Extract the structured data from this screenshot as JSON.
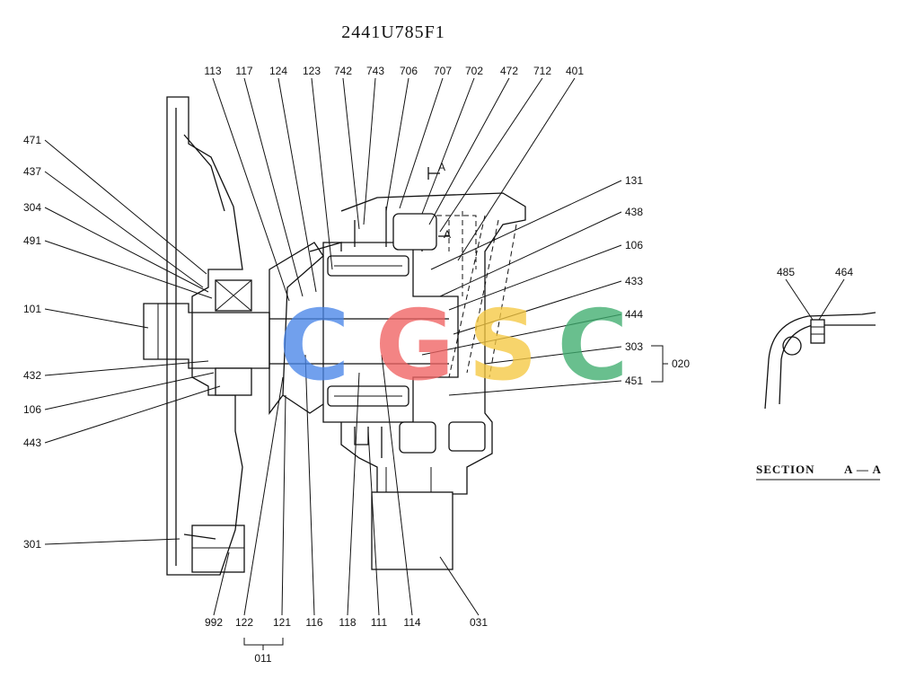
{
  "title": "2441U785F1",
  "section_label": "SECTION",
  "section_id": "A — A",
  "section_marks": [
    "A",
    "A"
  ],
  "watermark": {
    "letters": [
      {
        "char": "C",
        "color": "#4a86e8"
      },
      {
        "char": "G",
        "color": "#f06262"
      },
      {
        "char": "S",
        "color": "#f5c842"
      },
      {
        "char": "C",
        "color": "#3fae6f"
      }
    ]
  },
  "labels": {
    "top": [
      "113",
      "117",
      "124",
      "123",
      "742",
      "743",
      "706",
      "707",
      "702",
      "472",
      "712",
      "401"
    ],
    "left": [
      "471",
      "437",
      "304",
      "491",
      "101",
      "432",
      "106",
      "443",
      "301"
    ],
    "right": [
      "131",
      "438",
      "106",
      "433",
      "444",
      "303",
      "451"
    ],
    "bottom": [
      "992",
      "122",
      "121",
      "116",
      "118",
      "111",
      "114",
      "031"
    ],
    "group_020": "020",
    "group_011": "011",
    "section_parts": [
      "485",
      "464"
    ]
  }
}
